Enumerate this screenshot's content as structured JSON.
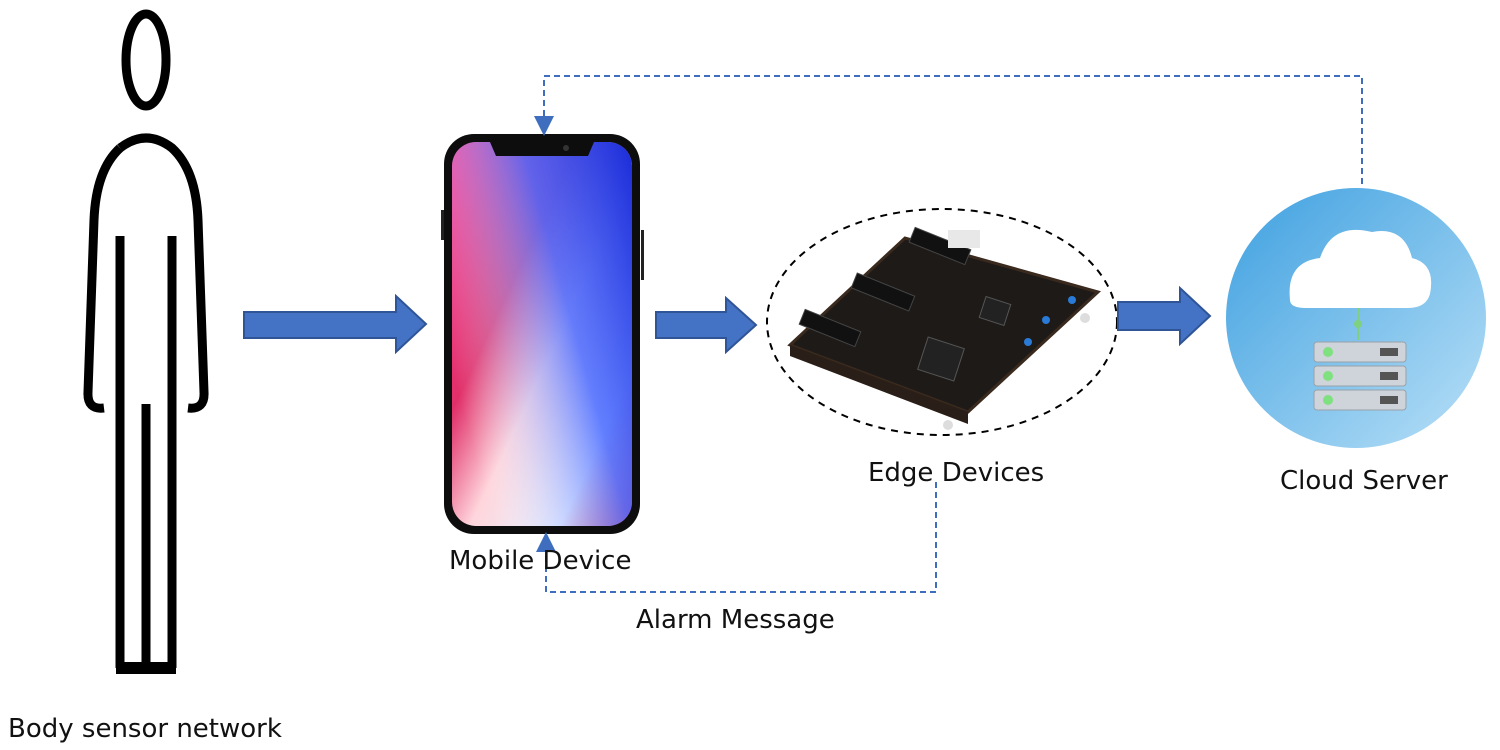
{
  "labels": {
    "body_sensor_network": "Body sensor network",
    "mobile_device": "Mobile Device",
    "edge_devices": "Edge Devices",
    "cloud_server": "Cloud Server",
    "alarm_message": "Alarm Message"
  },
  "colors": {
    "flow_arrow": "#4472c4",
    "dashed_line": "#3f6ebf",
    "figure_stroke": "#000000",
    "cloud_disc": "#4ba7e1"
  },
  "icons": [
    "person-figure-icon",
    "smartphone-icon",
    "edge-board-icon",
    "cloud-icon",
    "server-stack-icon"
  ]
}
